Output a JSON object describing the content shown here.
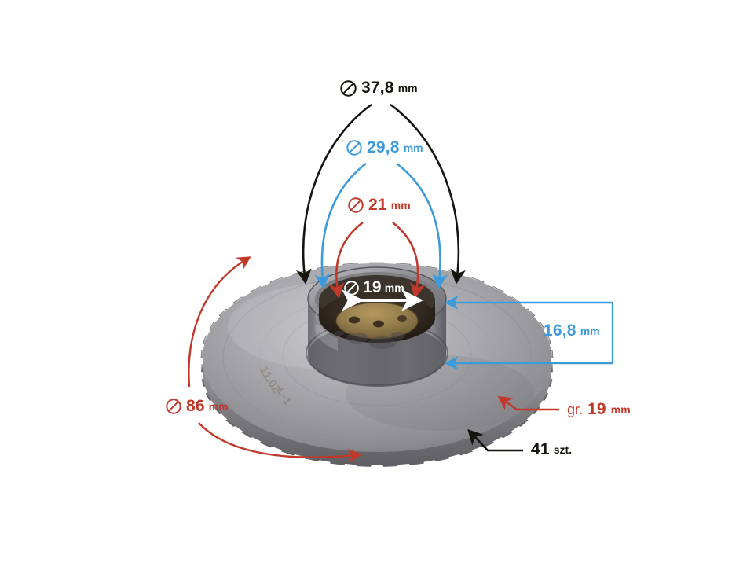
{
  "diagram": {
    "subject": "timing-sprocket-with-hub",
    "colors": {
      "black": "#15140f",
      "blue": "#3d9bdc",
      "red": "#c0392b",
      "white": "#ffffff",
      "background": "#ffffff"
    },
    "annotations": [
      {
        "id": "outer-hub-diameter",
        "name": "dimension-37-8mm",
        "symbol": "diameter-icon",
        "prefix": "",
        "value": "37,8",
        "unit": "mm",
        "color": "#15140f",
        "style": "double-arc"
      },
      {
        "id": "inner-hub-diameter",
        "name": "dimension-29-8mm",
        "symbol": "diameter-icon",
        "prefix": "",
        "value": "29,8",
        "unit": "mm",
        "color": "#3d9bdc",
        "style": "double-arc"
      },
      {
        "id": "bushing-diameter",
        "name": "dimension-21mm",
        "symbol": "diameter-icon",
        "prefix": "",
        "value": "21",
        "unit": "mm",
        "color": "#c0392b",
        "style": "double-arc"
      },
      {
        "id": "bore-diameter",
        "name": "dimension-19mm",
        "symbol": "diameter-icon",
        "prefix": "",
        "value": "19",
        "unit": "mm",
        "color": "#ffffff",
        "style": "double-headed-arrow"
      },
      {
        "id": "hub-height",
        "name": "dimension-16-8mm",
        "symbol": "",
        "prefix": "",
        "value": "16,8",
        "unit": "mm",
        "color": "#3d9bdc",
        "style": "bracket"
      },
      {
        "id": "sprocket-outer-diameter",
        "name": "dimension-86mm",
        "symbol": "diameter-icon",
        "prefix": "",
        "value": "86",
        "unit": "mm",
        "color": "#c0392b",
        "style": "double-arc"
      },
      {
        "id": "tooth-thickness",
        "name": "dimension-gr-19mm",
        "symbol": "",
        "prefix": "gr.",
        "value": "19",
        "unit": "mm",
        "color": "#c0392b",
        "style": "leader-line"
      },
      {
        "id": "tooth-count",
        "name": "dimension-41-szt",
        "symbol": "",
        "prefix": "",
        "value": "41",
        "unit": "szt.",
        "color": "#15140f",
        "style": "leader-line"
      }
    ]
  }
}
